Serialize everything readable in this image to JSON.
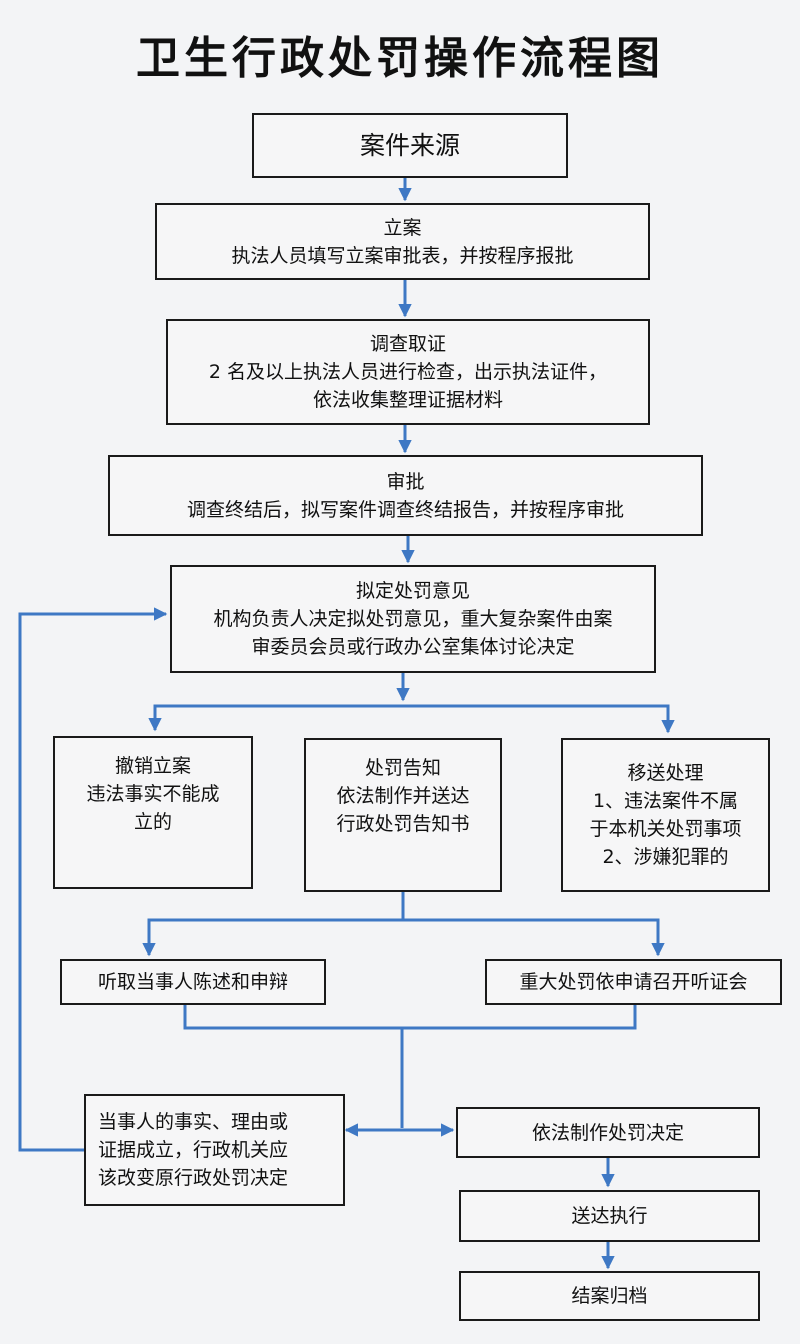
{
  "title": "卫生行政处罚操作流程图",
  "colors": {
    "arrow": "#3e78c4",
    "border": "#1a1a1a",
    "background": "#f3f4f6"
  },
  "flow": {
    "source": {
      "title": "案件来源"
    },
    "filing": {
      "title": "立案",
      "desc": "执法人员填写立案审批表，并按程序报批"
    },
    "investigation": {
      "title": "调查取证",
      "lines": [
        "2 名及以上执法人员进行检查，出示执法证件，",
        "依法收集整理证据材料"
      ]
    },
    "approval": {
      "title": "审批",
      "desc": "调查终结后，拟写案件调查终结报告，并按程序审批"
    },
    "penalty_opinion": {
      "title": "拟定处罚意见",
      "lines": [
        "机构负责人决定拟处罚意见，重大复杂案件由案",
        "审委员会员或行政办公室集体讨论决定"
      ]
    },
    "revoke": {
      "title": "撤销立案",
      "lines": [
        "违法事实不能成",
        "立的"
      ]
    },
    "notice": {
      "title": "处罚告知",
      "lines": [
        "依法制作并送达",
        "行政处罚告知书"
      ]
    },
    "transfer": {
      "title": "移送处理",
      "lines": [
        "1、违法案件不属",
        "于本机关处罚事项",
        "2、涉嫌犯罪的"
      ]
    },
    "statement": {
      "title": "听取当事人陈述和申辩"
    },
    "hearing": {
      "title": "重大处罚依申请召开听证会"
    },
    "change": {
      "lines": [
        "当事人的事实、理由或",
        "证据成立，行政机关应",
        "该改变原行政处罚决定"
      ]
    },
    "decision": {
      "title": "依法制作处罚决定"
    },
    "delivery": {
      "title": "送达执行"
    },
    "archive": {
      "title": "结案归档"
    }
  }
}
